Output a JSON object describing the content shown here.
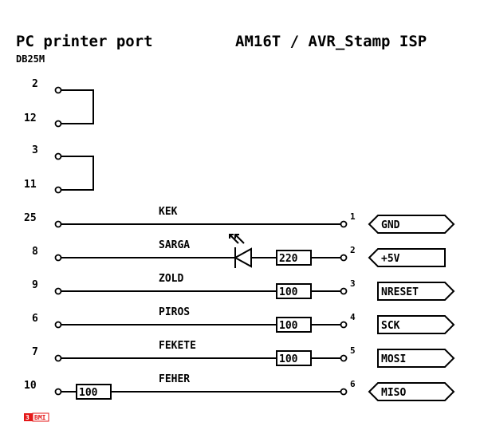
{
  "title_left": "PC printer port",
  "title_right": "AM16T / AVR_Stamp ISP",
  "connector": "DB25M",
  "loops": [
    {
      "pin_a": "2",
      "pin_b": "12"
    },
    {
      "pin_a": "3",
      "pin_b": "11"
    }
  ],
  "wires": [
    {
      "pin": "25",
      "name": "KEK",
      "resistor": "",
      "led": false,
      "cpin": "1",
      "signal": "GND"
    },
    {
      "pin": "8",
      "name": "SARGA",
      "resistor": "220",
      "led": true,
      "cpin": "2",
      "signal": "+5V"
    },
    {
      "pin": "9",
      "name": "ZOLD",
      "resistor": "100",
      "led": false,
      "cpin": "3",
      "signal": "NRESET"
    },
    {
      "pin": "6",
      "name": "PIROS",
      "resistor": "100",
      "led": false,
      "cpin": "4",
      "signal": "SCK"
    },
    {
      "pin": "7",
      "name": "FEKETE",
      "resistor": "100",
      "led": false,
      "cpin": "5",
      "signal": "MOSI"
    },
    {
      "pin": "10",
      "name": "FEHER",
      "resistor": "100",
      "led": false,
      "cpin": "6",
      "signal": "MISO",
      "resistor_left": true
    }
  ],
  "logo": {
    "left": "3",
    "right": "BMI"
  },
  "colors": {
    "ink": "#000000",
    "logo": "#e41818"
  }
}
